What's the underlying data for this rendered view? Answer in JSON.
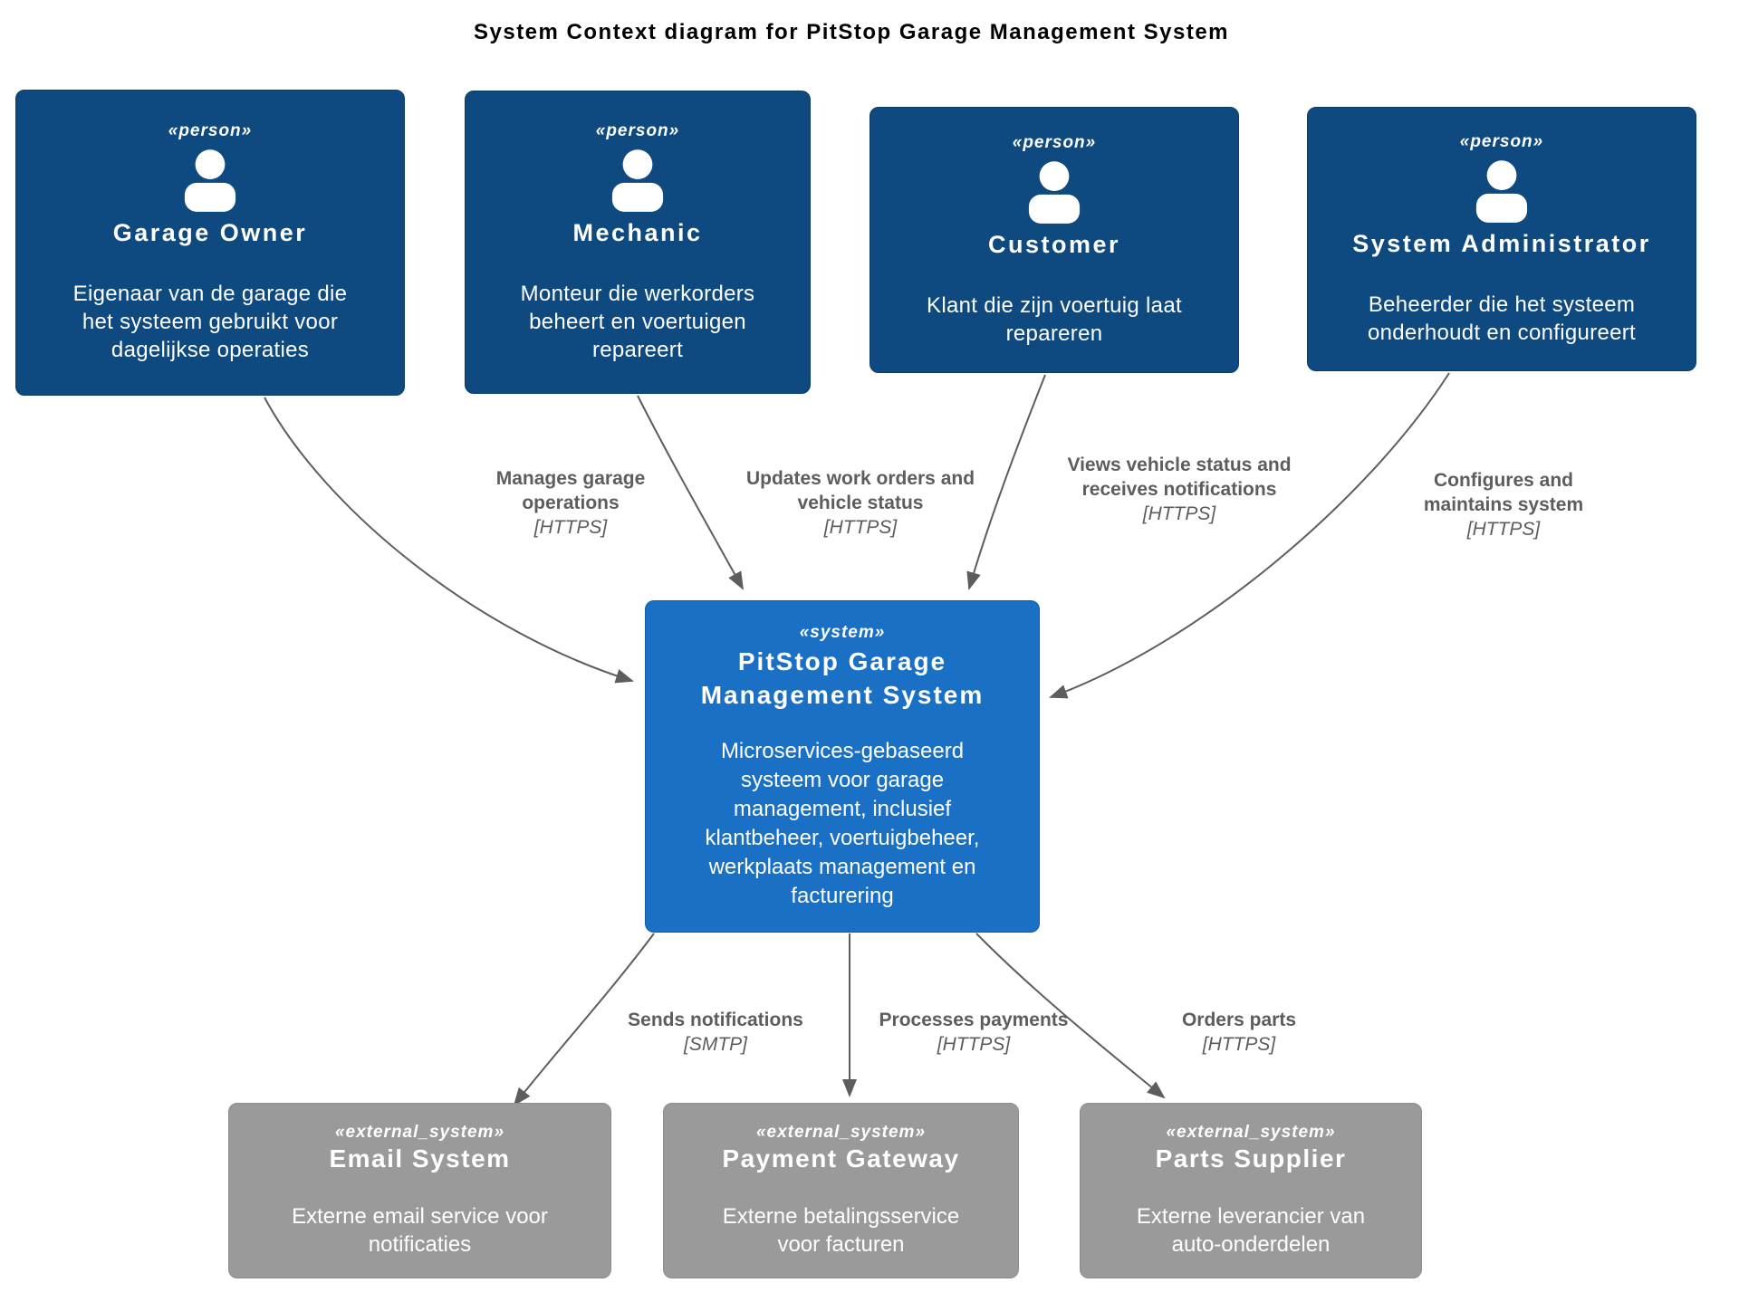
{
  "title": "System Context diagram for PitStop Garage Management System",
  "colors": {
    "person_box": "#0e4a7f",
    "system_box": "#1a70c4",
    "external_box": "#9a9a9a",
    "relationship": "#5d5d5d",
    "text_on_box": "#ffffff",
    "title_text": "#000000"
  },
  "persons": [
    {
      "stereotype": "«person»",
      "name": "Garage Owner",
      "description": "Eigenaar van de garage die het systeem gebruikt voor dagelijkse operaties"
    },
    {
      "stereotype": "«person»",
      "name": "Mechanic",
      "description": "Monteur die werkorders beheert en voertuigen repareert"
    },
    {
      "stereotype": "«person»",
      "name": "Customer",
      "description": "Klant die zijn voertuig laat repareren"
    },
    {
      "stereotype": "«person»",
      "name": "System Administrator",
      "description": "Beheerder die het systeem onderhoudt en configureert"
    }
  ],
  "system": {
    "stereotype": "«system»",
    "name": "PitStop Garage Management System",
    "description": "Microservices-gebaseerd systeem voor garage management, inclusief klantbeheer, voertuigbeheer, werkplaats management en facturering"
  },
  "external_systems": [
    {
      "stereotype": "«external_system»",
      "name": "Email System",
      "description": "Externe email service voor notificaties"
    },
    {
      "stereotype": "«external_system»",
      "name": "Payment Gateway",
      "description": "Externe betalingsservice voor facturen"
    },
    {
      "stereotype": "«external_system»",
      "name": "Parts Supplier",
      "description": "Externe leverancier van auto-onderdelen"
    }
  ],
  "relationships": [
    {
      "label": "Manages garage operations",
      "protocol": "[HTTPS]"
    },
    {
      "label": "Updates work orders and vehicle status",
      "protocol": "[HTTPS]"
    },
    {
      "label": "Views vehicle status and receives notifications",
      "protocol": "[HTTPS]"
    },
    {
      "label": "Configures and maintains system",
      "protocol": "[HTTPS]"
    },
    {
      "label": "Sends notifications",
      "protocol": "[SMTP]"
    },
    {
      "label": "Processes payments",
      "protocol": "[HTTPS]"
    },
    {
      "label": "Orders parts",
      "protocol": "[HTTPS]"
    }
  ]
}
